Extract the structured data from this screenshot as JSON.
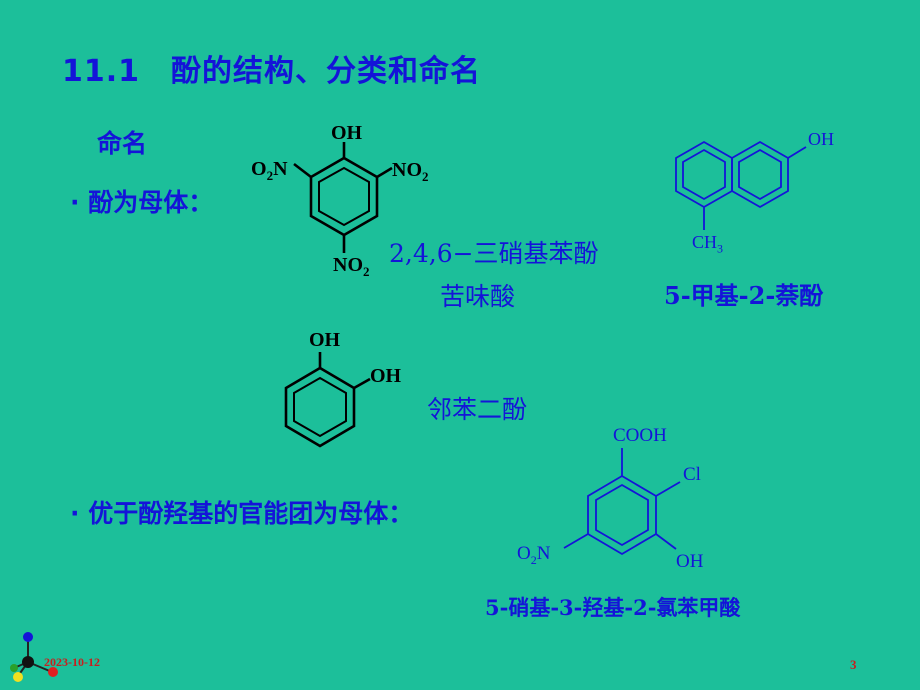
{
  "slide": {
    "title": "11.1　酚的结构、分类和命名",
    "section": "命名",
    "bullet1": "· 酚为母体：",
    "bullet2": "· 优于酚羟基的官能团为母体：",
    "date": "2023-10-12",
    "page": "3"
  },
  "compounds": {
    "picric": {
      "name": "2,4,6−三硝基苯酚",
      "common_name": "苦味酸",
      "labels": {
        "oh": "OH",
        "o2n_o": "O",
        "o2n_2": "2",
        "o2n_n": "N",
        "no2_n": "NO",
        "no2_2": "2",
        "bottom_n": "NO",
        "bottom_2": "2"
      }
    },
    "methylnaphthol": {
      "name": "5-甲基-2-萘酚",
      "labels": {
        "oh": "OH",
        "ch3": "CH",
        "ch3_3": "3"
      }
    },
    "catechol": {
      "name": "邻苯二酚",
      "labels": {
        "oh1": "OH",
        "oh2": "OH"
      }
    },
    "acid": {
      "name": "5-硝基-3-羟基-2-氯苯甲酸",
      "labels": {
        "cooh": "COOH",
        "cl": "Cl",
        "oh": "OH",
        "o2n_o": "O",
        "o2n_2": "2",
        "o2n_n": "N"
      }
    }
  },
  "colors": {
    "background": "#1cbf9a",
    "text": "#1414d8",
    "common_name": "#8a2a9a",
    "footer": "#c81e1e"
  }
}
